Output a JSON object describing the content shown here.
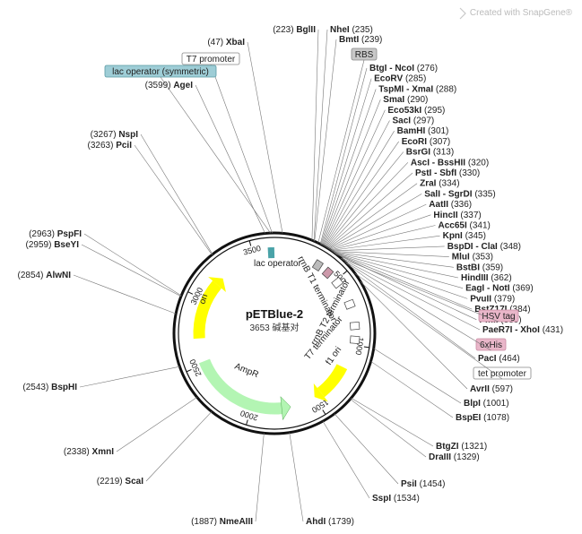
{
  "watermark": "Created with SnapGene®",
  "plasmid": {
    "name": "pETBlue-2",
    "size_text": "3653 碱基对",
    "length": 3653
  },
  "colors": {
    "ori": "#ffff00",
    "ampr": "#b3f5b3",
    "lac_op": "#4aa3a8",
    "hsv": "#e9b6c9",
    "his": "#e9b6c9",
    "rbs": "#bdbdbd"
  },
  "ticks": [
    {
      "label": "500",
      "pos": 500
    },
    {
      "label": "1000",
      "pos": 1000
    },
    {
      "label": "1500",
      "pos": 1500
    },
    {
      "label": "2000",
      "pos": 2000
    },
    {
      "label": "2500",
      "pos": 2500
    },
    {
      "label": "3000",
      "pos": 3000
    },
    {
      "label": "3500",
      "pos": 3500
    }
  ],
  "features": [
    {
      "name": "ori",
      "label": "ori"
    },
    {
      "name": "AmpR",
      "label": "AmpR"
    },
    {
      "name": "lac operator",
      "label": "lac operator"
    },
    {
      "name": "rrnB T1 terminator",
      "label": "rrnB T1 terminator"
    },
    {
      "name": "rrnB T2 terminator",
      "label": "rrnB T2 terminator"
    },
    {
      "name": "T7 terminator",
      "label": "T7 terminator"
    },
    {
      "name": "f1 ori",
      "label": "f1 ori"
    }
  ],
  "sites_top": [
    {
      "name": "BglII",
      "num": "(223)"
    },
    {
      "name": "NheI",
      "num": "(235)"
    },
    {
      "name": "BmtI",
      "num": "(239)"
    }
  ],
  "tags_top": [
    {
      "name": "T7 promoter"
    },
    {
      "name": "lac operator (symmetric)"
    },
    {
      "name": "RBS"
    }
  ],
  "sites_left": [
    {
      "name": "XbaI",
      "num": "(47)"
    },
    {
      "name": "AgeI",
      "num": "(3599)"
    },
    {
      "name": "NspI",
      "num": "(3267)"
    },
    {
      "name": "PciI",
      "num": "(3263)"
    },
    {
      "name": "PspFI",
      "num": "(2963)"
    },
    {
      "name": "BseYI",
      "num": "(2959)"
    },
    {
      "name": "AlwNI",
      "num": "(2854)"
    },
    {
      "name": "BspHI",
      "num": "(2543)"
    },
    {
      "name": "XmnI",
      "num": "(2338)"
    },
    {
      "name": "ScaI",
      "num": "(2219)"
    },
    {
      "name": "NmeAIII",
      "num": "(1887)"
    }
  ],
  "sites_right": [
    {
      "name": "BtgI - NcoI",
      "num": "(276)"
    },
    {
      "name": "EcoRV",
      "num": "(285)"
    },
    {
      "name": "TspMI - XmaI",
      "num": "(288)"
    },
    {
      "name": "SmaI",
      "num": "(290)"
    },
    {
      "name": "Eco53kI",
      "num": "(295)"
    },
    {
      "name": "SacI",
      "num": "(297)"
    },
    {
      "name": "BamHI",
      "num": "(301)"
    },
    {
      "name": "EcoRI",
      "num": "(307)"
    },
    {
      "name": "BsrGI",
      "num": "(313)"
    },
    {
      "name": "AscI - BssHII",
      "num": "(320)"
    },
    {
      "name": "PstI - SbfI",
      "num": "(330)"
    },
    {
      "name": "ZraI",
      "num": "(334)"
    },
    {
      "name": "SalI - SgrDI",
      "num": "(335)"
    },
    {
      "name": "AatII",
      "num": "(336)"
    },
    {
      "name": "HincII",
      "num": "(337)"
    },
    {
      "name": "Acc65I",
      "num": "(341)"
    },
    {
      "name": "KpnI",
      "num": "(345)"
    },
    {
      "name": "BspDI - ClaI",
      "num": "(348)"
    },
    {
      "name": "MluI",
      "num": "(353)"
    },
    {
      "name": "BstBI",
      "num": "(359)"
    },
    {
      "name": "HindIII",
      "num": "(362)"
    },
    {
      "name": "EagI - NotI",
      "num": "(369)"
    },
    {
      "name": "PvuII",
      "num": "(379)"
    },
    {
      "name": "BstZ17I",
      "num": "(384)"
    },
    {
      "name": "PmlI",
      "num": "(389)"
    }
  ],
  "tags_right": [
    {
      "name": "HSV tag"
    },
    {
      "name": "6xHis"
    },
    {
      "name": "tet promoter"
    }
  ],
  "sites_right2": [
    {
      "name": "PaeR7I - XhoI",
      "num": "(431)"
    },
    {
      "name": "PacI",
      "num": "(464)"
    },
    {
      "name": "AvrII",
      "num": "(597)"
    },
    {
      "name": "BlpI",
      "num": "(1001)"
    },
    {
      "name": "BspEI",
      "num": "(1078)"
    },
    {
      "name": "BtgZI",
      "num": "(1321)"
    },
    {
      "name": "DraIII",
      "num": "(1329)"
    },
    {
      "name": "PsiI",
      "num": "(1454)"
    },
    {
      "name": "SspI",
      "num": "(1534)"
    },
    {
      "name": "AhdI",
      "num": "(1739)"
    }
  ]
}
